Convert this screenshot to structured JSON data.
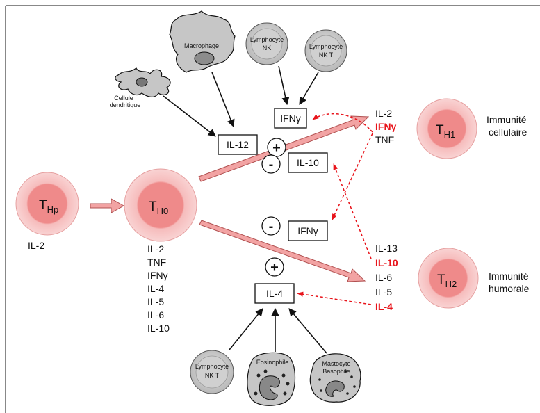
{
  "cells": {
    "thp": {
      "main": "T",
      "sub": "Hp",
      "below": "IL-2"
    },
    "th0": {
      "main": "T",
      "sub": "H0"
    },
    "th1": {
      "main": "T",
      "sub": "H1"
    },
    "th2": {
      "main": "T",
      "sub": "H2"
    }
  },
  "outcomes": {
    "th1": [
      "Immunité",
      "cellulaire"
    ],
    "th2": [
      "Immunité",
      "humorale"
    ]
  },
  "th0_list": [
    "IL-2",
    "TNF",
    "IFNγ",
    "IL-4",
    "IL-5",
    "IL-6",
    "IL-10"
  ],
  "th1_list": [
    {
      "text": "IL-2",
      "highlight": false
    },
    {
      "text": "IFNγ",
      "highlight": true
    },
    {
      "text": "TNF",
      "highlight": false
    }
  ],
  "th2_list": [
    {
      "text": "IL-13",
      "highlight": false
    },
    {
      "text": "IL-10",
      "highlight": true
    },
    {
      "text": "IL-6",
      "highlight": false
    },
    {
      "text": "IL-5",
      "highlight": false
    },
    {
      "text": "IL-4",
      "highlight": true
    }
  ],
  "boxes": {
    "ifn_top": "IFNγ",
    "il12": "IL-12",
    "il10": "IL-10",
    "ifn_mid": "IFNγ",
    "il4": "IL-4"
  },
  "signs": {
    "plus_top": "+",
    "minus_il10": "-",
    "minus_ifn": "-",
    "plus_il4": "+"
  },
  "sources": {
    "macrophage": [
      "Macrophage"
    ],
    "dendritic": [
      "Cellule",
      "dendritique"
    ],
    "nk_top": [
      "Lymphocyte",
      "NK"
    ],
    "nkt_top": [
      "Lymphocyte",
      "NK T"
    ],
    "nkt_bottom": [
      "Lymphocyte",
      "NK T"
    ],
    "eosinophil": [
      "Eosinophile"
    ],
    "mastocyte": [
      "Mastocyte",
      "Basophile"
    ]
  },
  "colors": {
    "cell_outer": "#f7c6c6",
    "cell_inner": "#ef8a8a",
    "arrow_fill": "#f2a3a3",
    "highlight": "#e8141b",
    "source_grey": "#c8c8c8"
  }
}
